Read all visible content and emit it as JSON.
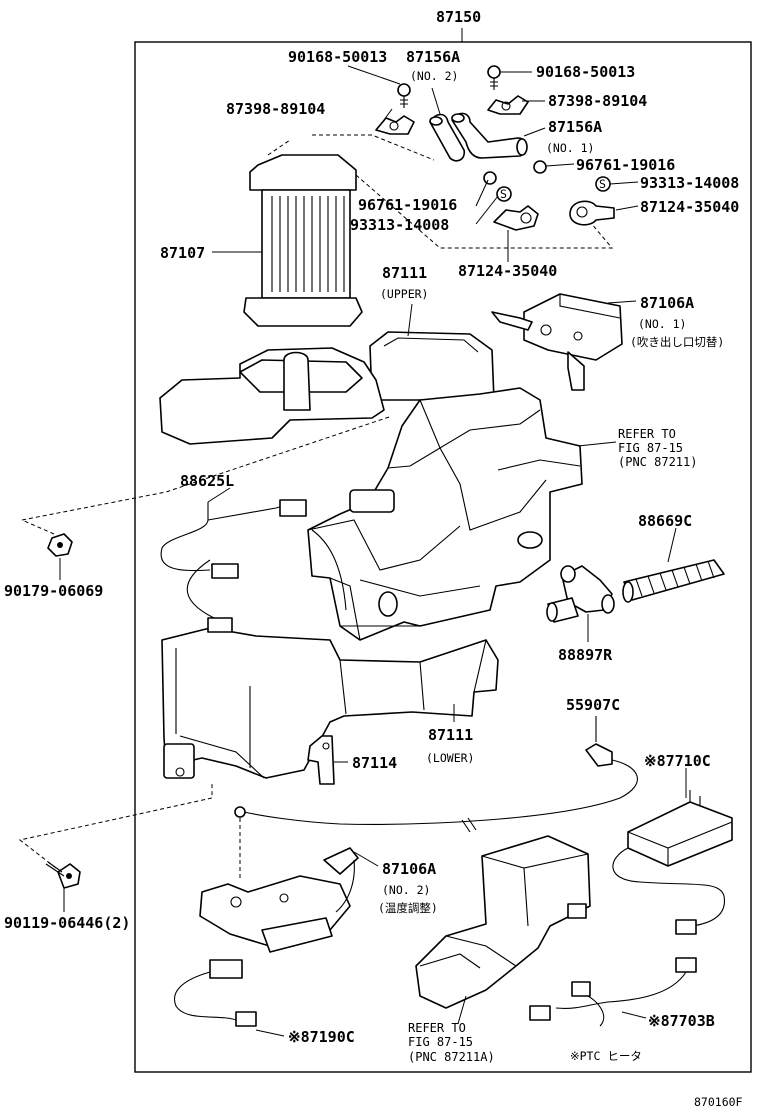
{
  "labels": {
    "assembly": "87150",
    "screw_top": "90168-50013",
    "pipe_a_top": "87156A",
    "pipe_a_no2": "(NO. 2)",
    "screw_right": "90168-50013",
    "clamp_left": "87398-89104",
    "clamp_right": "87398-89104",
    "pipe_a_right": "87156A",
    "pipe_a_no1": "(NO. 1)",
    "oring_right": "96761-19016",
    "ring_right": "93313-14008",
    "oring_left": "96761-19016",
    "ring_left": "93313-14008",
    "clip_right": "87124-35040",
    "clip_bottom": "87124-35040",
    "heater_core": "87107",
    "case_upper": "87111",
    "case_upper_sub": "(UPPER)",
    "servo_no1": "87106A",
    "servo_no1_sub": "(NO. 1)",
    "servo_no1_jp": "(吹き出し口切替)",
    "refer_top_1": "REFER TO",
    "refer_top_2": "FIG 87-15",
    "refer_top_3": "(PNC 87211)",
    "wire_harness": "88625L",
    "nut": "90179-06069",
    "hose": "88669C",
    "valve": "88897R",
    "case_lower": "87111",
    "case_lower_sub": "(LOWER)",
    "sensor_upper": "55907C",
    "bracket": "87114",
    "resistor": "※87710C",
    "screw_bottom": "90119-06446(2)",
    "servo_no2": "87106A",
    "servo_no2_sub": "(NO. 2)",
    "servo_no2_jp": "(温度調整)",
    "sensor_lower": "※87190C",
    "ptc_heater": "※87703B",
    "refer_bottom_1": "REFER TO",
    "refer_bottom_2": "FIG 87-15",
    "refer_bottom_3": "(PNC 87211A)",
    "ptc_note": "※PTC ヒータ",
    "fig_code": "870160F"
  }
}
